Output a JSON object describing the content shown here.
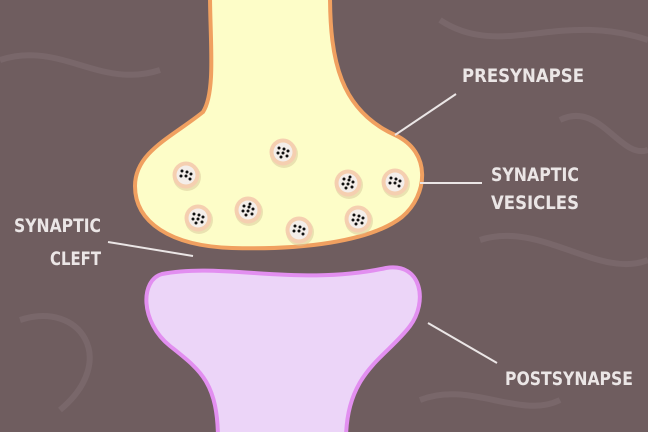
{
  "labels": {
    "presynapse": "PRESYNAPSE",
    "vesicles_line1": "SYNAPTIC",
    "vesicles_line2": "VESICLES",
    "cleft_line1": "SYNAPTIC",
    "cleft_line2": "CLEFT",
    "postsynapse": "POSTSYNAPSE"
  },
  "colors": {
    "background": "#6f5d5f",
    "presynapse_fill": "#fdfdc8",
    "presynapse_stroke": "#f0a060",
    "postsynapse_fill": "#ecd5f8",
    "postsynapse_stroke": "#e28ff0",
    "vesicle_outer": "#f5cfb0",
    "vesicle_inner": "#f4eeea"
  },
  "vesicle_count": 8
}
